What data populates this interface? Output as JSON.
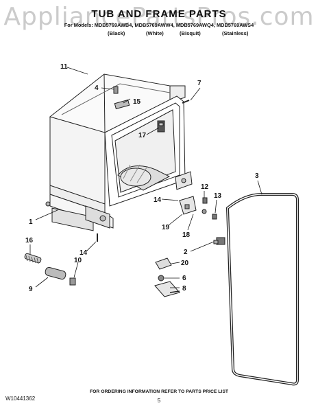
{
  "watermark": "AppliancePartsPros.com",
  "title": "TUB AND FRAME PARTS",
  "models_line": "For Models: MDB5769AWB4, MDB5769AWW4, MDB5769AWQ4, MDB5769AWS4",
  "colors": [
    "(Black)",
    "(White)",
    "(Bisquit)",
    "(Stainless)"
  ],
  "callouts": [
    "11",
    "4",
    "15",
    "7",
    "17",
    "3",
    "12",
    "13",
    "14",
    "1",
    "19",
    "18",
    "16",
    "2",
    "20",
    "10",
    "9",
    "6",
    "8",
    "14"
  ],
  "footer": {
    "doc_number": "W10441362",
    "ordering_info": "FOR ORDERING INFORMATION REFER TO PARTS PRICE LIST",
    "page_number": "5"
  }
}
